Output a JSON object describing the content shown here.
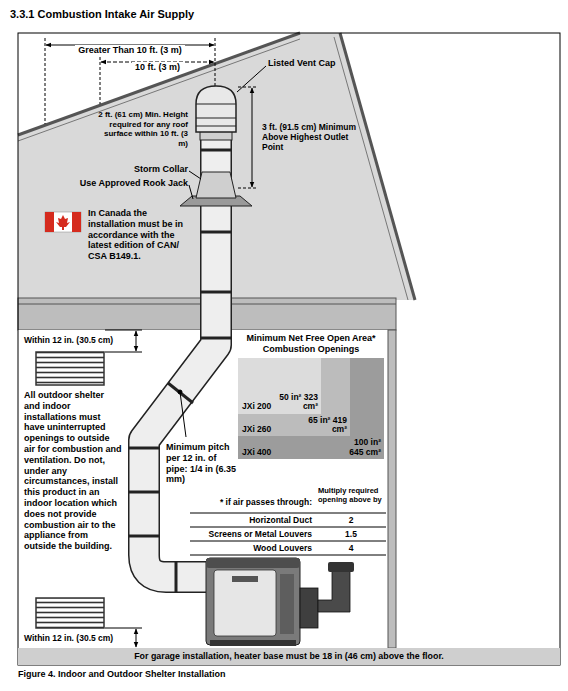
{
  "diagram": {
    "title": "3.3.1 Combustion Intake Air Supply",
    "caption": "Figure 4. Indoor and Outdoor Shelter Installation",
    "nodes": [
      {
        "text": [
          "Minimum Net Free Open Area* Combustion Openings"
        ]
      },
      {
        "text": [
          "JXi 400",
          "100 in² 645 cm²"
        ],
        "in": 0
      },
      {
        "text": [
          "JXi 260",
          "65 in² 419 cm²"
        ],
        "in": 1
      },
      {
        "text": [
          "JXi 200",
          "50 in² 323 cm²"
        ],
        "in": 2
      },
      {
        "text": [
          "For garage installation, heater base must be 18 in (46 cm) above the floor."
        ]
      }
    ],
    "labels": [
      "Greater Than 10 ft. (3 m)",
      "10 ft. (3 m)",
      "Listed Vent Cap",
      "2 ft. (61 cm) Min. Height required for any roof surface within 10 ft. (3 m)",
      "3 ft. (91.5 cm) Minimum Above Highest Outlet Point",
      "Storm Collar",
      "Use Approved Rook Jack",
      "In Canada the installation must be in accordance with the latest edition of CAN/ CSA B149.1.",
      "Within 12 in. (30.5 cm)",
      "All outdoor shelter and indoor installations must have uninterrupted openings to outside air for combustion and ventilation. Do not, under any circumstances, install this product in an indoor location which does not provide combustion air to the appliance from outside the building.",
      "Minimum pitch per 12 in. of pipe: 1/4 in (6.35 mm)",
      "* if air passes through:",
      "Multiply required opening above by",
      "Horizontal Duct",
      "2",
      "Screens or Metal Louvers",
      "1.5",
      "Wood Louvers",
      "4",
      "Within 12 in. (30.5 cm)"
    ]
  }
}
